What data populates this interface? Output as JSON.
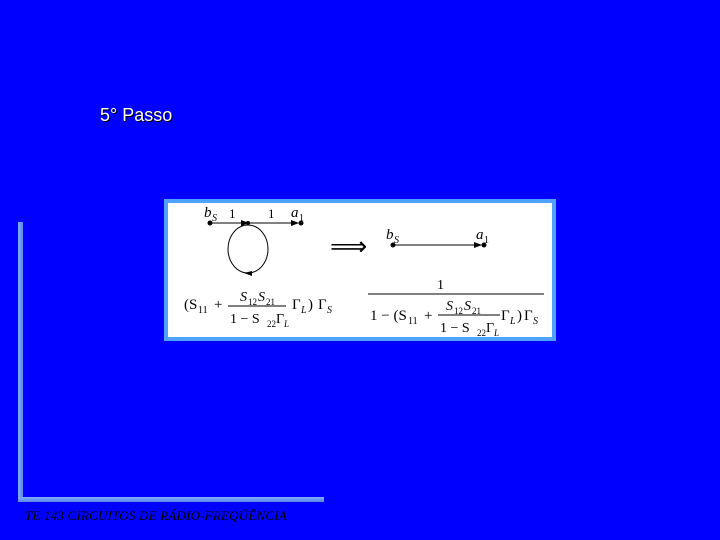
{
  "slide": {
    "title": "5° Passo",
    "footer": "TE 143 CIRCUITOS DE RÁDIO-FREQÜÊNCIA",
    "background": "#0000ff",
    "frame_color": "#6fa0ff"
  },
  "diagram": {
    "left": {
      "node_bs": "b",
      "node_bs_sub": "S",
      "branch1": "1",
      "branch2": "1",
      "node_a1": "a",
      "node_a1_sub": "1",
      "gain_open": "(S",
      "gain_open_sub": "11",
      "gain_plus": "+",
      "frac_num": "S",
      "frac_num_sub1": "12",
      "frac_num_mid": "S",
      "frac_num_sub2": "21",
      "frac_den": "1 − S",
      "frac_den_sub": "22",
      "frac_den_gamma": "Γ",
      "frac_den_gamma_sub": "L",
      "gamma_l": "Γ",
      "gamma_l_sub": "L",
      "close": ")",
      "gamma_s": "Γ",
      "gamma_s_sub": "S"
    },
    "arrow": "⟹",
    "right": {
      "node_bs": "b",
      "node_bs_sub": "S",
      "node_a1": "a",
      "node_a1_sub": "1",
      "num": "1",
      "den_start": "1 − (S",
      "den_start_sub": "11",
      "den_plus": "+",
      "inner_num": "S",
      "inner_num_sub1": "12",
      "inner_num_mid": "S",
      "inner_num_sub2": "21",
      "inner_den": "1 − S",
      "inner_den_sub": "22",
      "inner_den_gamma": "Γ",
      "inner_den_gamma_sub": "L",
      "gamma_l": "Γ",
      "gamma_l_sub": "L",
      "close": ")",
      "gamma_s": "Γ",
      "gamma_s_sub": "S"
    }
  }
}
